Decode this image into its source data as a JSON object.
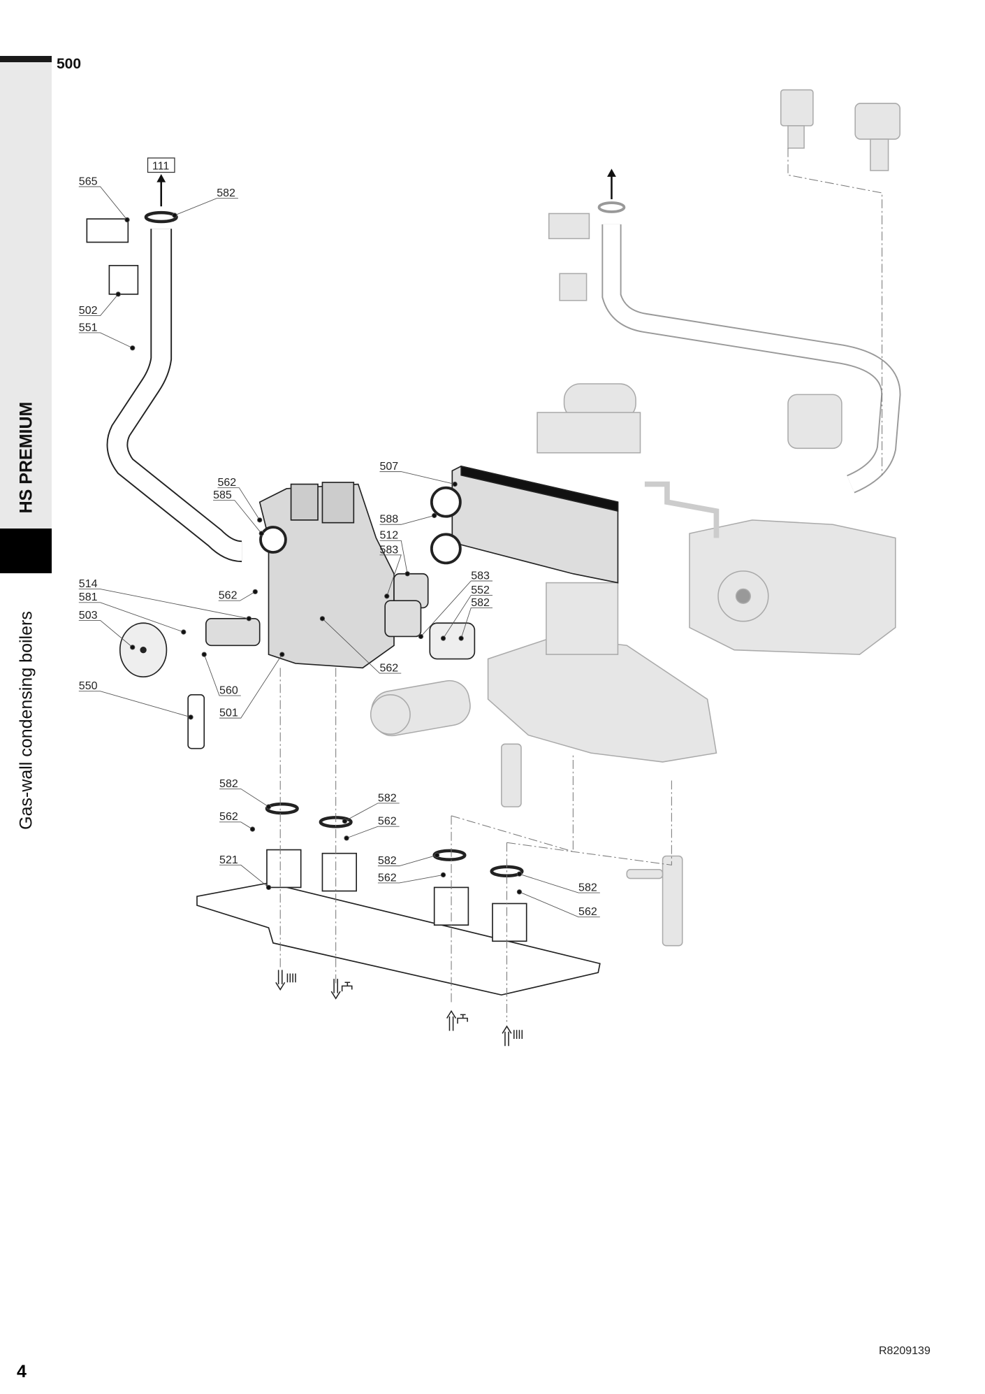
{
  "section_number": "500",
  "sidebar": {
    "product": "HS PREMIUM",
    "subtitle": "Gas-wall condensing boilers"
  },
  "footer": {
    "page_number": "4",
    "document_reference": "R8209139"
  },
  "diagram": {
    "reference_box": "111",
    "callouts": [
      "565",
      "582",
      "502",
      "551",
      "562",
      "585",
      "507",
      "588",
      "512",
      "583",
      "514",
      "581",
      "503",
      "562",
      "583",
      "552",
      "582",
      "560",
      "562",
      "550",
      "501",
      "582",
      "582",
      "562",
      "562",
      "521",
      "582",
      "562",
      "582",
      "562"
    ],
    "flow_symbols": [
      "heating-flow-out-icon",
      "hot-water-out-icon",
      "cold-water-in-icon",
      "heating-return-in-icon"
    ]
  }
}
